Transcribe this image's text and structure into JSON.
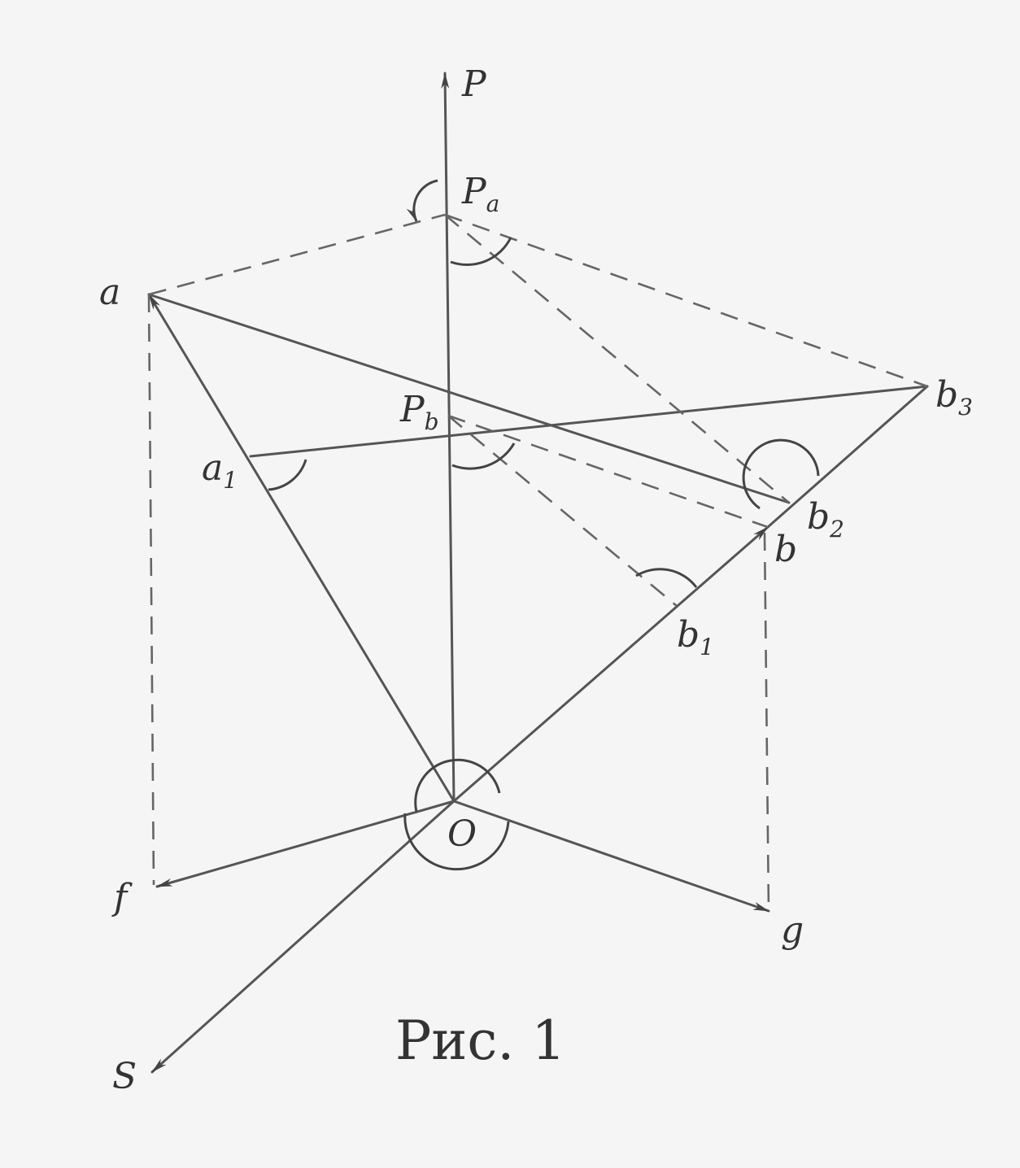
{
  "labels": {
    "P": "P",
    "Pa_main": "P",
    "Pa_sub": "a",
    "Pb_main": "P",
    "Pb_sub": "b",
    "a": "a",
    "a1_main": "a",
    "a1_sub": "1",
    "b": "b",
    "b1_main": "b",
    "b1_sub": "1",
    "b2_main": "b",
    "b2_sub": "2",
    "b3_main": "b",
    "b3_sub": "3",
    "O": "O",
    "f": "f",
    "g": "g",
    "S": "S"
  },
  "caption": "Рис. 1",
  "colors": {
    "ink": "#555555",
    "paper": "#f5f5f5"
  }
}
